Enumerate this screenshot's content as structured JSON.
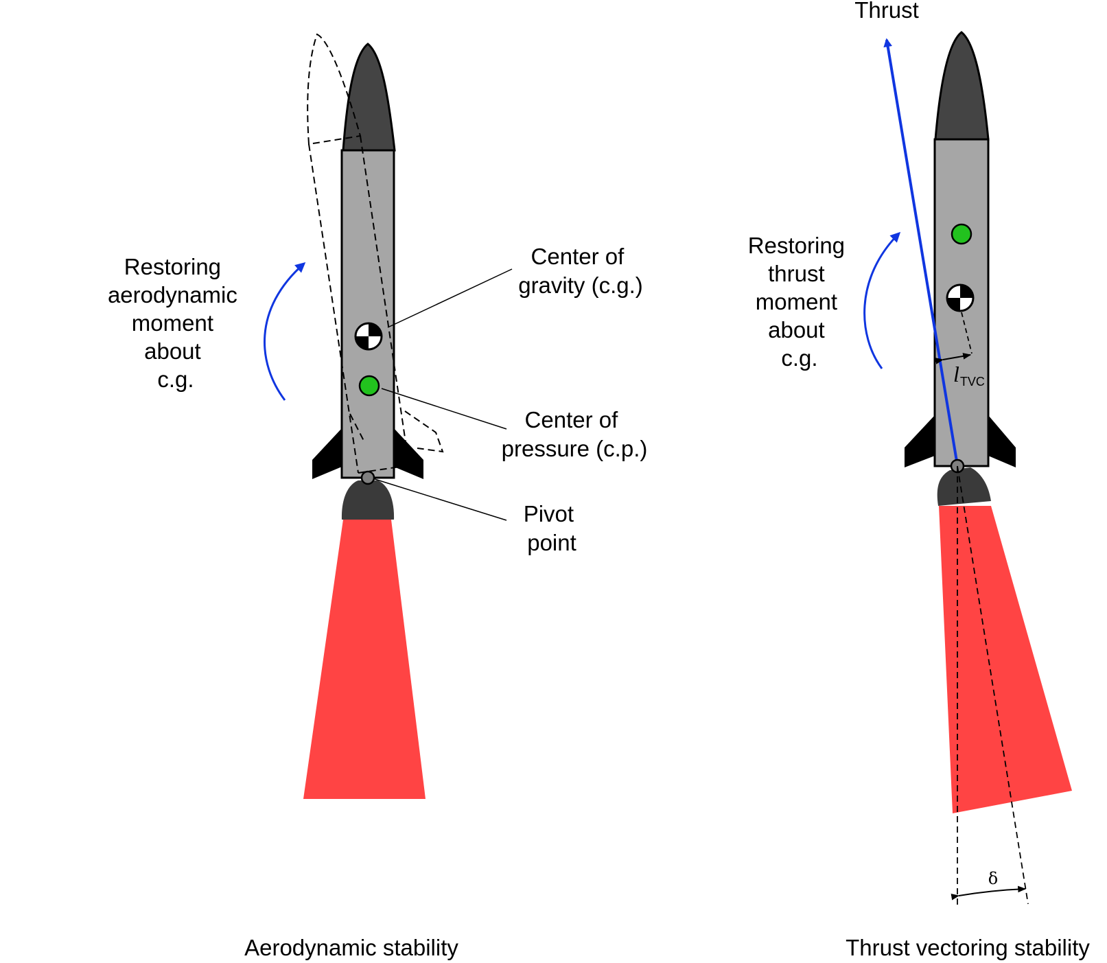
{
  "colors": {
    "body": "#a6a6a6",
    "nose": "#444444",
    "fin": "#000000",
    "plume": "#ff4444",
    "arrow": "#1036e0",
    "cp": "#22c21e",
    "outline": "#000000"
  },
  "left_panel": {
    "caption": "Aerodynamic stability",
    "moment_label": [
      "Restoring",
      "aerodynamic",
      "moment",
      "about",
      "c.g."
    ],
    "cg_label": [
      "Center of",
      "gravity (c.g.)"
    ],
    "cp_label": [
      "Center of",
      "pressure (c.p.)"
    ],
    "pivot_label": [
      "Pivot",
      "point"
    ]
  },
  "right_panel": {
    "caption": "Thrust vectoring stability",
    "thrust_label": "Thrust",
    "moment_label": [
      "Restoring",
      "thrust",
      "moment",
      "about",
      "c.g."
    ],
    "moment_arm_symbol": "l",
    "moment_arm_subscript": "TVC",
    "gimbal_angle_symbol": "δ"
  }
}
